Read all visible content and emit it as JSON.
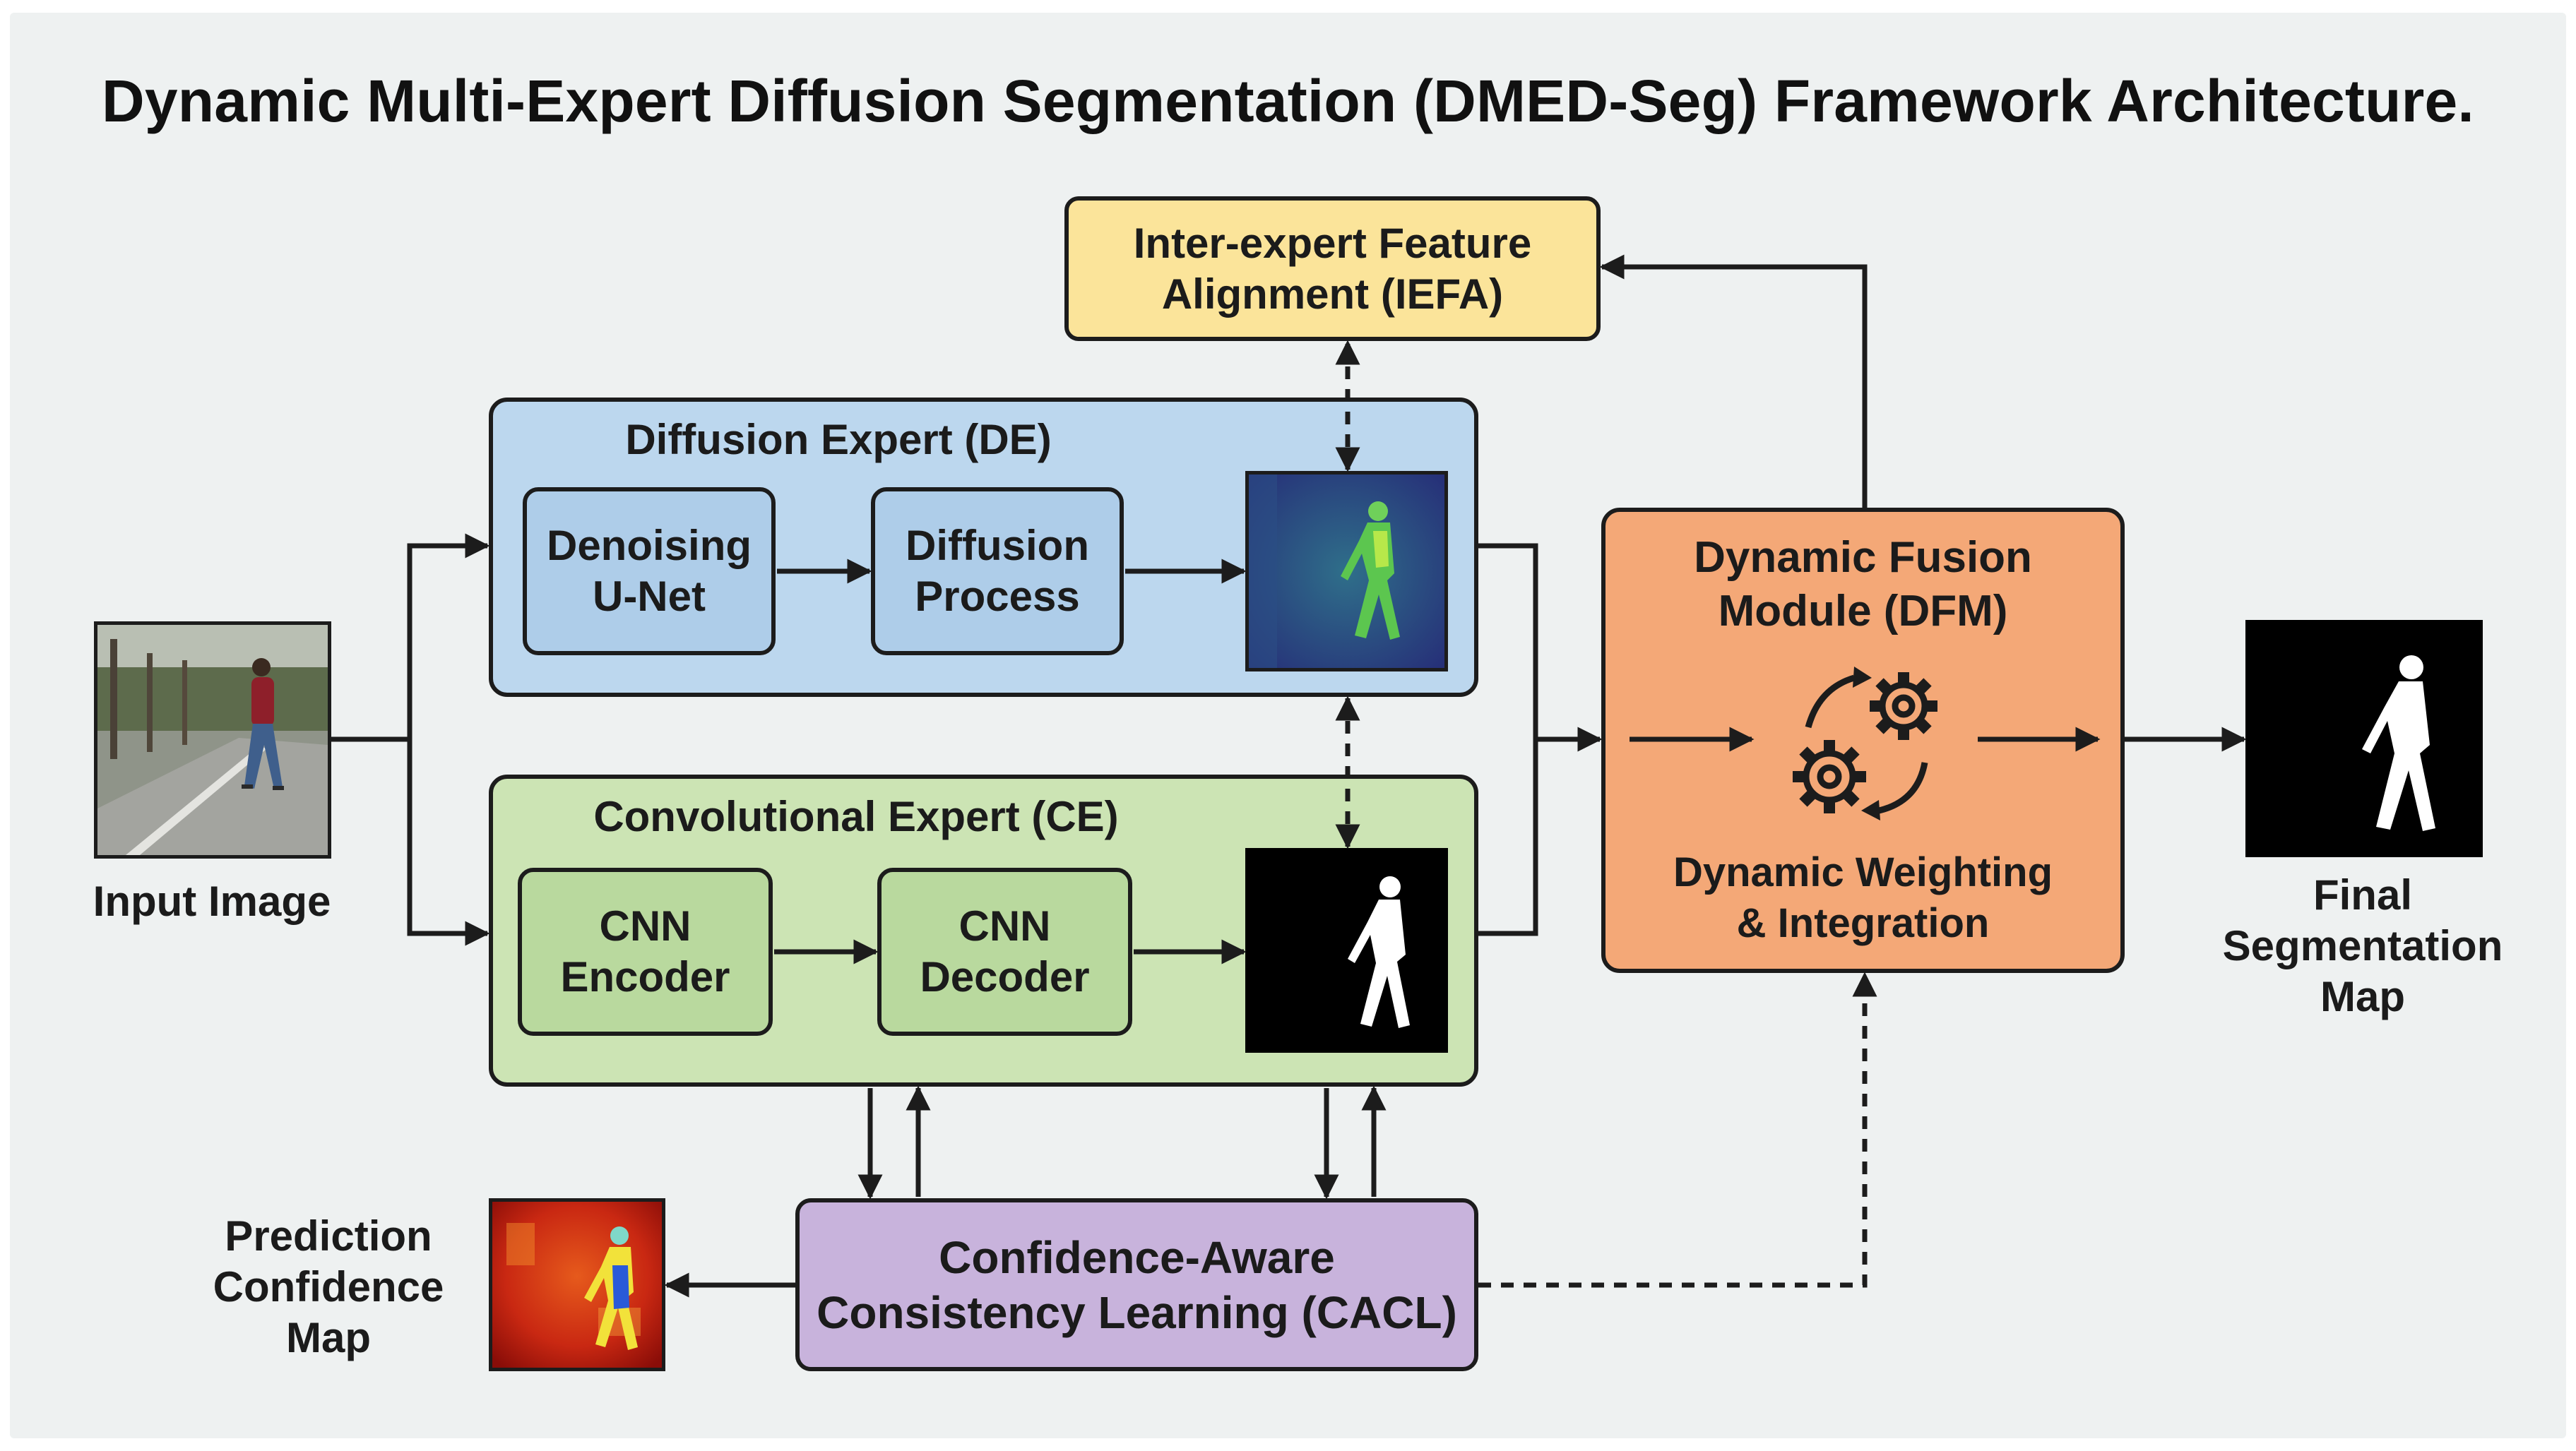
{
  "title": "Dynamic Multi-Expert Diffusion Segmentation (DMED-Seg) Framework Architecture.",
  "input_label": "Input Image",
  "iefa": {
    "line1": "Inter-expert Feature",
    "line2": "Alignment (IEFA)"
  },
  "diffusion_expert": {
    "title": "Diffusion Expert (DE)",
    "block1": {
      "line1": "Denoising",
      "line2": "U-Net"
    },
    "block2": {
      "line1": "Diffusion",
      "line2": "Process"
    }
  },
  "conv_expert": {
    "title": "Convolutional Expert (CE)",
    "block1": {
      "line1": "CNN",
      "line2": "Encoder"
    },
    "block2": {
      "line1": "CNN",
      "line2": "Decoder"
    }
  },
  "dfm": {
    "line1": "Dynamic Fusion",
    "line2": "Module (DFM)",
    "sub1": "Dynamic Weighting",
    "sub2": "& Integration"
  },
  "output": {
    "line1": "Final",
    "line2": "Segmentation",
    "line3": "Map"
  },
  "cacl": {
    "line1": "Confidence-Aware",
    "line2": "Consistency Learning (CACL)"
  },
  "confidence": {
    "line1": "Prediction",
    "line2": "Confidence",
    "line3": "Map"
  },
  "colors": {
    "background": "#eef1f1",
    "iefa_fill": "#fbe49a",
    "de_fill": "#bcd7ee",
    "de_block_fill": "#aecde9",
    "ce_fill": "#cce4b4",
    "ce_block_fill": "#b9d99e",
    "dfm_fill": "#f4a877",
    "cacl_fill": "#c8b3dc"
  }
}
